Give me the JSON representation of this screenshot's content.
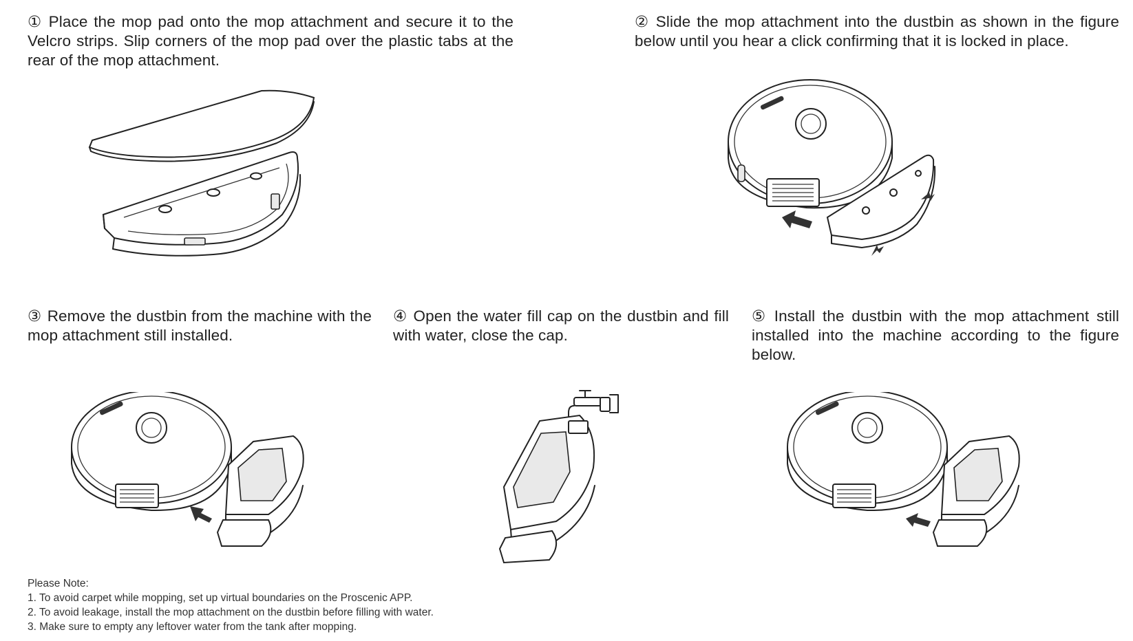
{
  "steps": [
    {
      "number": "①",
      "text": "Place the mop pad onto the mop attachment and secure it to the Velcro strips. Slip corners of the mop pad over the plastic tabs at the rear of the mop attachment."
    },
    {
      "number": "②",
      "text": "Slide the mop attachment into the dustbin as shown in the figure below until you hear a click confirming that it is locked in place."
    },
    {
      "number": "③",
      "text": "Remove the dustbin from the machine with the mop attachment still installed."
    },
    {
      "number": "④",
      "text": "Open the water fill cap on the dustbin and fill with water,  close the cap."
    },
    {
      "number": "⑤",
      "text": "Install the dustbin with the mop attachment still installed into the machine according to the figure below."
    }
  ],
  "notes": {
    "title": "Please Note:",
    "items": [
      "1. To avoid carpet while mopping, set up virtual boundaries on the Proscenic APP.",
      "2. To avoid leakage, install the mop attachment on the dustbin before filling with water.",
      "3. Make sure to empty any leftover water from the tank after mopping."
    ]
  },
  "colors": {
    "line": "#222222",
    "background": "#ffffff"
  },
  "icons": [
    "mop-pad",
    "mop-attachment",
    "robot-vacuum",
    "dustbin",
    "water-faucet",
    "arrow"
  ]
}
